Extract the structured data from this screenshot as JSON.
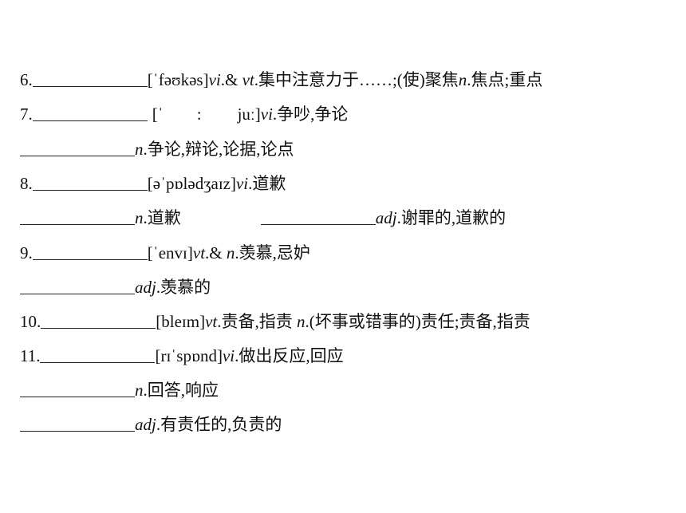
{
  "lines": [
    {
      "number": "6.",
      "phonetic": "[ˈfəʊkəs]",
      "pos1": "vi",
      "amp": ".& ",
      "pos2": "vt",
      "meaning": ".集中注意力于……;(使)聚焦",
      "pos3": "n",
      "meaning2": ".焦点;重点"
    },
    {
      "number": "7.",
      "phonetic_open": "[ˈ",
      "phonetic_colon": ":",
      "phonetic_close": "juː]",
      "pos1": "vi",
      "meaning": ".争吵,争论"
    },
    {
      "pos1": "n",
      "meaning": ".争论,辩论,论据,论点"
    },
    {
      "number": "8.",
      "phonetic": "[əˈpɒlədʒaɪz]",
      "pos1": "vi",
      "meaning": ".道歉"
    },
    {
      "pos1": "n",
      "meaning": ".道歉",
      "pos2": "adj",
      "meaning2": ".谢罪的,道歉的"
    },
    {
      "number": "9.",
      "phonetic": "[ˈenvɪ]",
      "pos1": "vt",
      "amp": ".& ",
      "pos2": "n",
      "meaning": ".羡慕,忌妒"
    },
    {
      "pos1": "adj",
      "meaning": ".羡慕的"
    },
    {
      "number": "10.",
      "phonetic": "[bleɪm]",
      "pos1": "vt",
      "meaning": ".责备,指责 ",
      "pos2": "n",
      "meaning2": ".(坏事或错事的)责任;责备,指责"
    },
    {
      "number": "11.",
      "phonetic": "[rɪˈspɒnd]",
      "pos1": "vi",
      "meaning": ".做出反应,回应"
    },
    {
      "pos1": "n",
      "meaning": ".回答,响应"
    },
    {
      "pos1": "adj",
      "meaning": ".有责任的,负责的"
    }
  ]
}
